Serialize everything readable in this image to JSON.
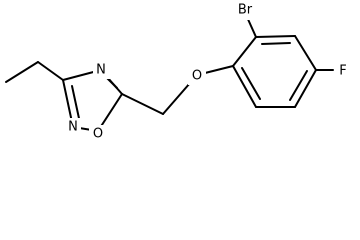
{
  "molecule": {
    "atoms": {
      "br": "Br",
      "f": "F",
      "o_ether": "O",
      "n4": "N",
      "n2": "N",
      "o_ring": "O"
    }
  }
}
